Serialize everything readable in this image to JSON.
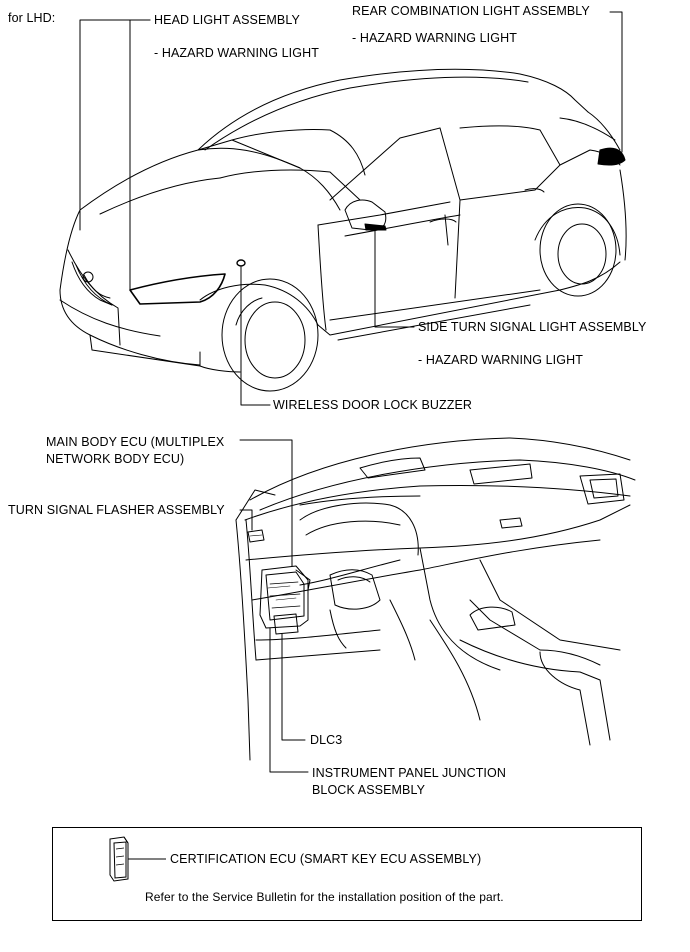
{
  "variant_label": "for LHD:",
  "labels": {
    "head_light": "HEAD LIGHT ASSEMBLY",
    "head_light_sub": "- HAZARD WARNING LIGHT",
    "rear_combination": "REAR COMBINATION LIGHT ASSEMBLY",
    "rear_combination_sub": "- HAZARD WARNING LIGHT",
    "side_turn": "SIDE TURN SIGNAL LIGHT ASSEMBLY",
    "side_turn_sub": "- HAZARD WARNING LIGHT",
    "wireless_buzzer": "WIRELESS DOOR LOCK BUZZER",
    "main_body_ecu_line1": "MAIN BODY ECU (MULTIPLEX",
    "main_body_ecu_line2": "NETWORK BODY ECU)",
    "turn_flasher": "TURN SIGNAL FLASHER ASSEMBLY",
    "dlc3": "DLC3",
    "junction_line1": "INSTRUMENT PANEL JUNCTION",
    "junction_line2": "BLOCK ASSEMBLY"
  },
  "note": {
    "certification_ecu": "CERTIFICATION ECU (SMART KEY ECU ASSEMBLY)",
    "text": "Refer to the Service Bulletin for the installation position of the part."
  }
}
